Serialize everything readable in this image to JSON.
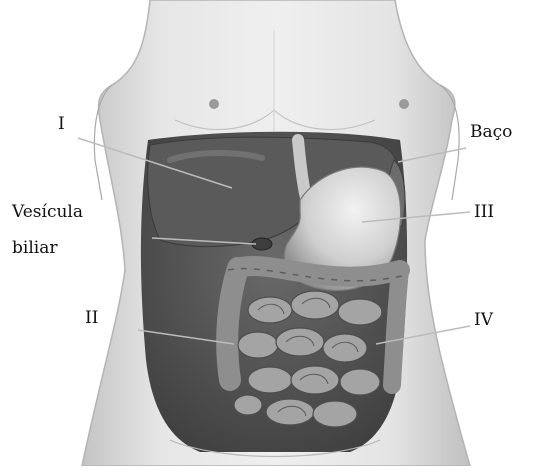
{
  "labels": {
    "organ_1": "I",
    "spleen": "Baço",
    "gallbladder_line1": "Vesícula",
    "gallbladder_line2": "biliar",
    "organ_3": "III",
    "organ_2": "II",
    "organ_4": "IV"
  },
  "colors": {
    "skin": "#e8e8e8",
    "skin_shadow": "#bdbdbd",
    "liver": "#5a5a5a",
    "stomach": "#d4d4d4",
    "intestine": "#8e8e8e",
    "leader_line": "#bbbbbb",
    "text": "#111111"
  }
}
